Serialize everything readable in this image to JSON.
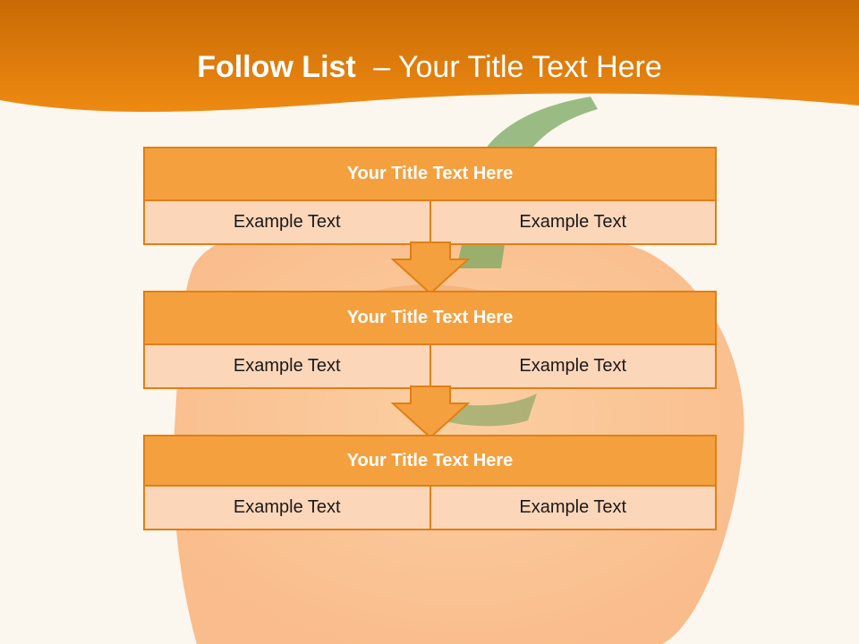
{
  "slide": {
    "title_bold": "Follow List",
    "title_rest": "– Your Title Text Here"
  },
  "blocks": [
    {
      "title": "Your Title Text Here",
      "left": "Example Text",
      "right": "Example Text"
    },
    {
      "title": "Your Title Text Here",
      "left": "Example Text",
      "right": "Example Text"
    },
    {
      "title": "Your Title Text Here",
      "left": "Example Text",
      "right": "Example Text"
    }
  ],
  "colors": {
    "header_band": "#e8840f",
    "block_header": "#f5a03f",
    "block_cell": "#fcd6b9",
    "border": "#e07f14"
  }
}
